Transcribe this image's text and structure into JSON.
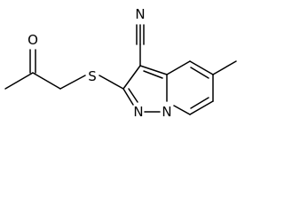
{
  "molecule": {
    "atoms": {
      "nitrile_n": "N",
      "sulfur": "S",
      "carbonyl_o": "O",
      "pyrazole_n2": "N",
      "pyrazole_n1": "N"
    }
  },
  "colors": {
    "bond": "#000000",
    "label": "#000000",
    "background": "#ffffff"
  }
}
